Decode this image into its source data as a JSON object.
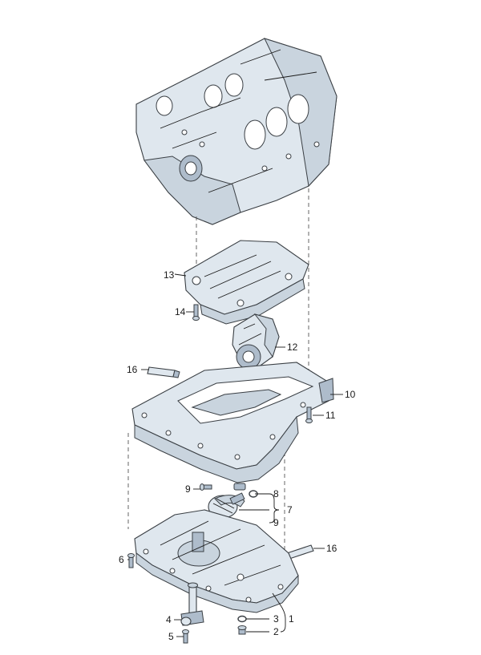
{
  "callouts": {
    "c1": "1",
    "c2": "2",
    "c3": "3",
    "c4": "4",
    "c5": "5",
    "c6": "6",
    "c7": "7",
    "c8": "8",
    "c9a": "9",
    "c9b": "9",
    "c10": "10",
    "c11": "11",
    "c12": "12",
    "c13": "13",
    "c14": "14",
    "c16a": "16",
    "c16b": "16"
  }
}
